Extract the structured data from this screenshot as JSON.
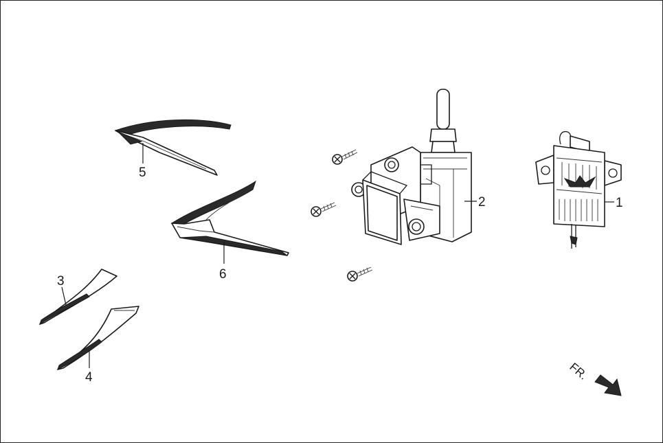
{
  "diagram": {
    "callouts": [
      {
        "id": "1",
        "label": "1"
      },
      {
        "id": "2",
        "label": "2"
      },
      {
        "id": "3",
        "label": "3"
      },
      {
        "id": "4",
        "label": "4"
      },
      {
        "id": "5",
        "label": "5"
      },
      {
        "id": "6",
        "label": "6"
      }
    ],
    "direction_label": "FR."
  }
}
